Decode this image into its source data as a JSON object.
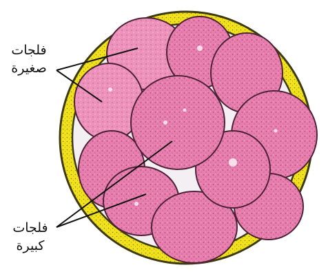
{
  "labels": {
    "small": {
      "line1": "فلجات",
      "line2": "صغيرة"
    },
    "large": {
      "line1": "فلجات",
      "line2": "كبيرة"
    }
  },
  "colors": {
    "background": "#ffffff",
    "outer_membrane": "#f2e21c",
    "outer_stroke": "#4a4a14",
    "blastomere": "#e77fae",
    "blastomere_dark": "#c8528a",
    "blastomere_stroke": "#5a2a40",
    "inner_gap": "#f2eef2",
    "pointer": "#111111"
  }
}
